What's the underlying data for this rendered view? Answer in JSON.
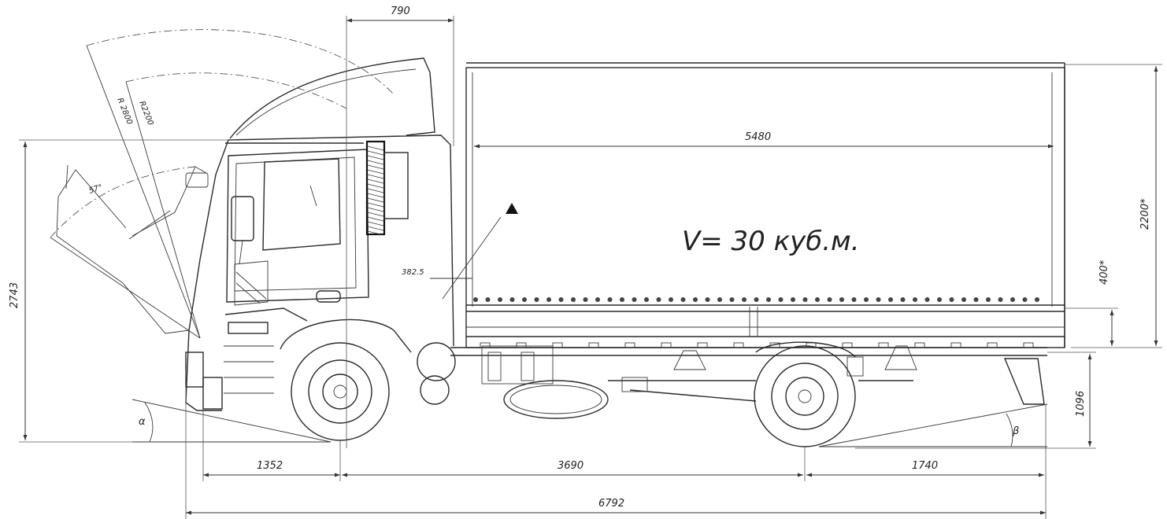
{
  "volume_label": "V= 30 куб.м.",
  "dimensions": {
    "cab_length": "790",
    "body_length": "5480",
    "body_height": "2200*",
    "body_floor": "400*",
    "overall_height": "2743",
    "front_overhang": "1352",
    "wheelbase": "3690",
    "rear_overhang": "1740",
    "overall_length": "6792",
    "frame_height": "1096",
    "hitch_offset": "382.5"
  },
  "angles": {
    "approach": "α",
    "departure": "β",
    "cab_tilt": "57°",
    "radius_outer": "R 2800",
    "radius_inner": "R2200"
  }
}
